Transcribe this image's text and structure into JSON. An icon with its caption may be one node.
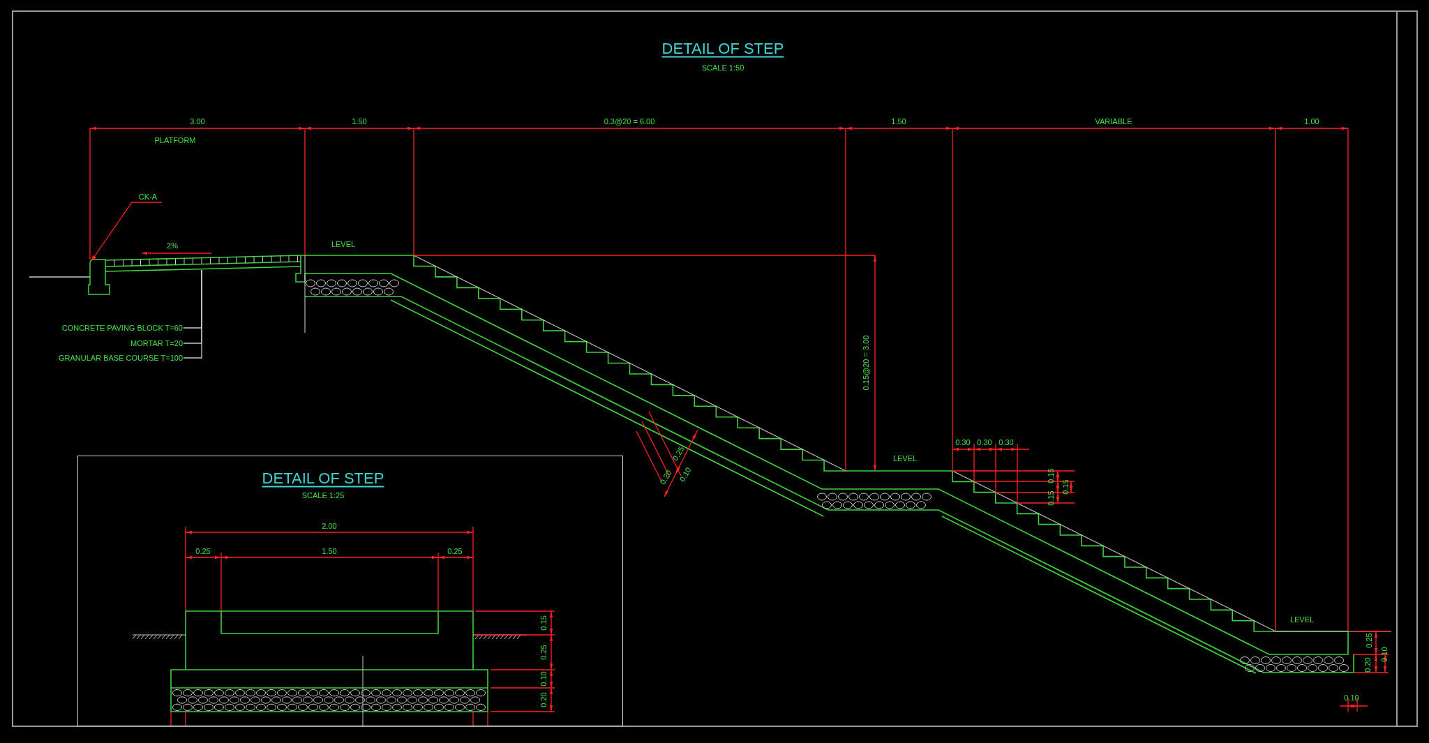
{
  "diagram": {
    "title": "DETAIL OF STEP",
    "nodes": [
      {
        "text": [
          "CK-A"
        ]
      },
      {
        "text": [],
        "shape": "box"
      },
      {
        "text": [
          "CONCRETE PAVING BLOCK T=60"
        ]
      },
      {
        "text": [
          "MORTAR T=20"
        ]
      },
      {
        "text": [
          "GRANULAR BASE COURSE T=100"
        ]
      },
      {
        "text": [],
        "shape": "bar"
      },
      {
        "text": [
          "DETAIL OF STEP",
          "SCALE 1:25"
        ]
      }
    ],
    "edges": [
      {
        "from": 0,
        "to": 1,
        "arrow": "to",
        "color": "#ff2020"
      },
      {
        "from": 2,
        "to": 5,
        "arrow": "none"
      },
      {
        "from": 3,
        "to": 5,
        "arrow": "none"
      },
      {
        "from": 4,
        "to": 5,
        "arrow": "none"
      }
    ],
    "labels": [
      "SCALE 1:50",
      "3.00",
      "1.50",
      "0.3@20 = 6.00",
      "1.50",
      "VARIABLE",
      "1.00",
      "PLATFORM",
      "2%",
      "LEVEL",
      "0.15@20 = 3.00",
      "0.30",
      "0.30",
      "0.30",
      "LEVEL",
      "0.15",
      "0.15",
      "0.15",
      "0.25",
      "0.20",
      "0.10",
      "2.00",
      "0.25",
      "1.50",
      "0.25",
      "0.15",
      "0.25",
      "0.10",
      "0.20",
      "LEVEL",
      "0.25",
      "0.10",
      "0.20",
      "0.10"
    ]
  }
}
